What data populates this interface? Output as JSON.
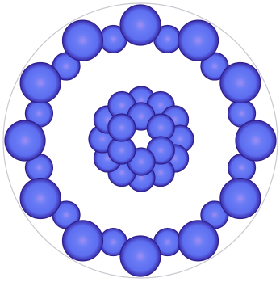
{
  "figure": {
    "outer_ring_count": 24,
    "inner_cluster": {
      "outer_count": 12,
      "middle_count": 6
    }
  },
  "colors": {
    "background": "#ffffff",
    "frame_stroke": "#c8c8d0",
    "sphere_highlight": "#9f8ef4",
    "sphere_mid": "#5c6ef0",
    "sphere_edge": "#3a2aa8",
    "sphere_outline": "#2e1f8a",
    "center_hole": "#ffffff"
  }
}
